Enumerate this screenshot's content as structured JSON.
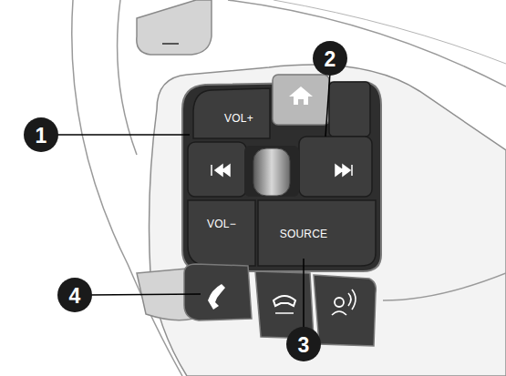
{
  "diagram": {
    "labels": [
      "2",
      "VOL+",
      "1",
      "VOL−",
      "SOURCE",
      "4",
      "3"
    ]
  }
}
